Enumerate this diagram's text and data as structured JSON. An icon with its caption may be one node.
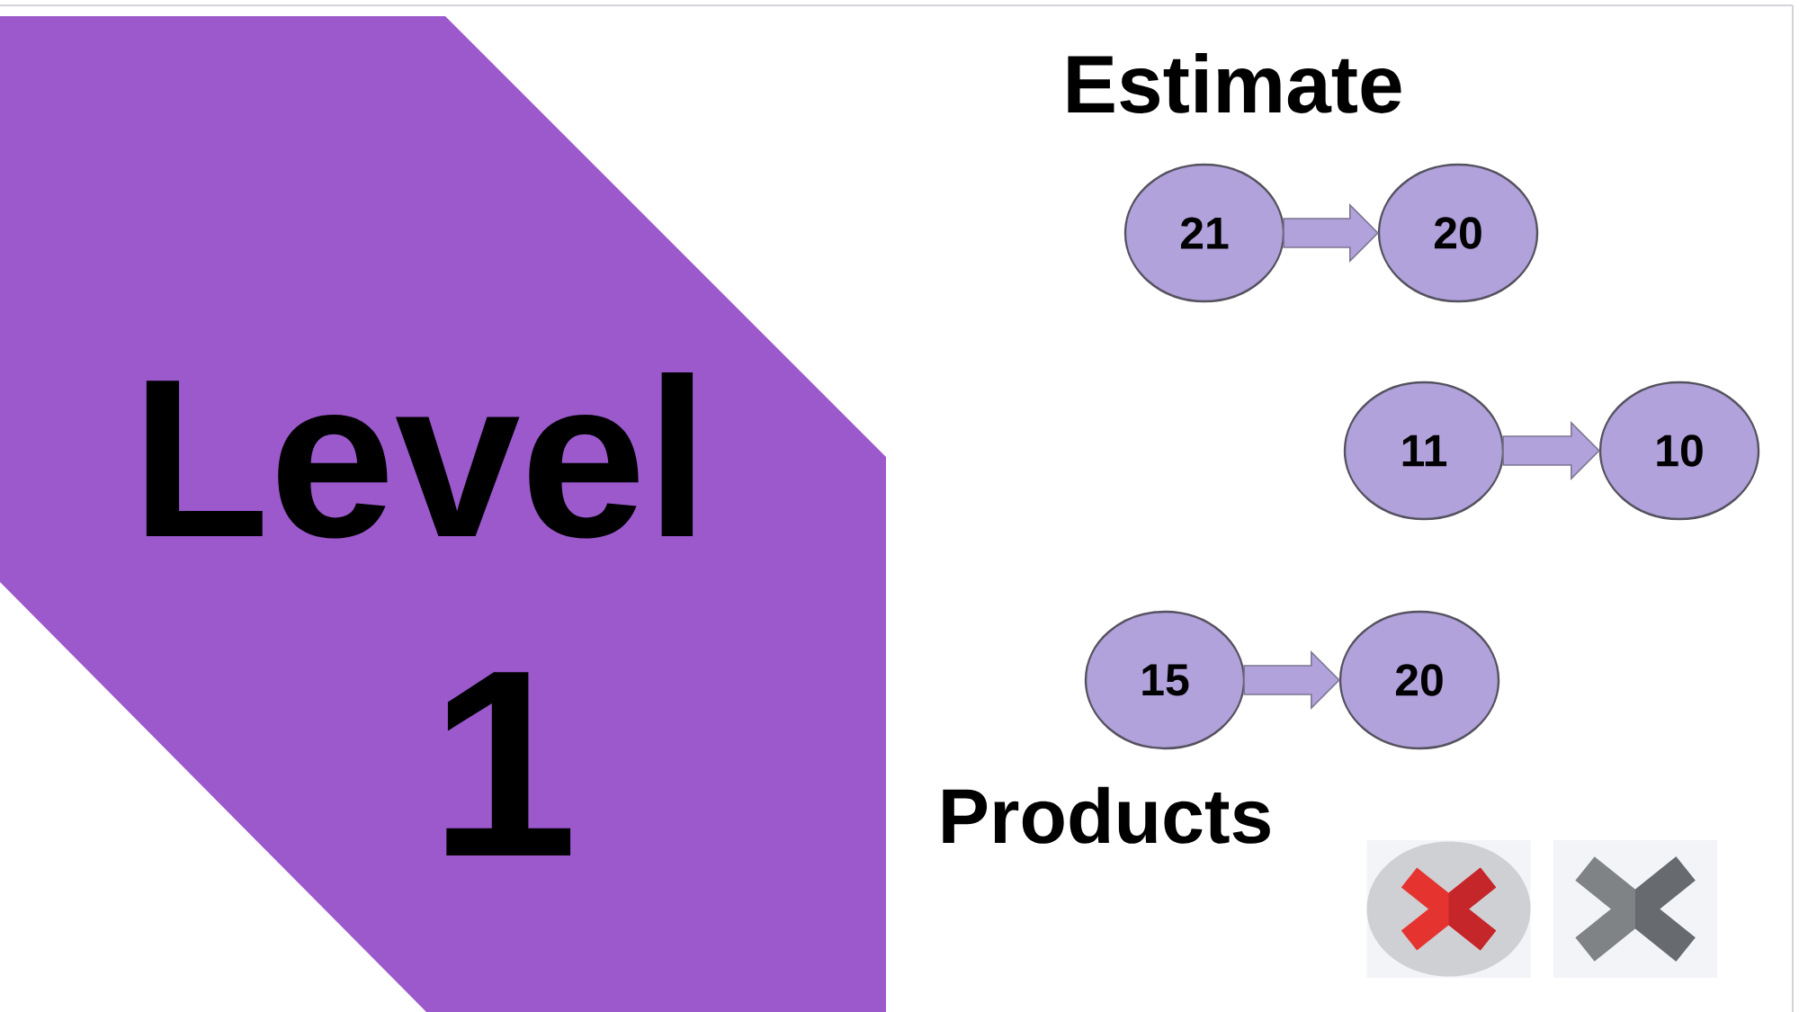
{
  "diagram": {
    "title": "Estimate",
    "nodes": [
      {
        "text": [
          "Level",
          "1"
        ]
      },
      {
        "text": [
          "21"
        ]
      },
      {
        "text": [
          "20"
        ]
      },
      {
        "text": [
          "11"
        ]
      },
      {
        "text": [
          "10"
        ]
      },
      {
        "text": [
          "15"
        ]
      },
      {
        "text": [
          "20"
        ]
      }
    ],
    "edges": [
      {
        "from": 1,
        "to": 2,
        "arrow": "to"
      },
      {
        "from": 3,
        "to": 4,
        "arrow": "to"
      },
      {
        "from": 5,
        "to": 6,
        "arrow": "to"
      }
    ],
    "labels": [
      "Products"
    ]
  }
}
